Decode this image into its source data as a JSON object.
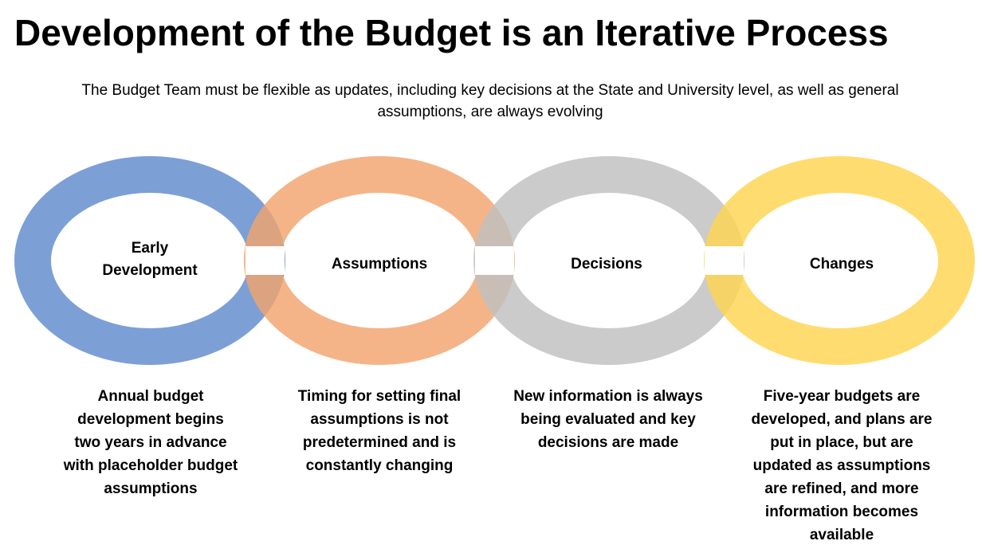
{
  "title": "Development of the Budget is an Iterative Process",
  "subtitle": "The Budget Team must be flexible as updates, including key decisions at the State and University level, as well as general assumptions, are always evolving",
  "stages": [
    {
      "label": "Early Development",
      "color": "#7C9FD6",
      "description": "Annual budget development begins two years in advance with placeholder budget assumptions"
    },
    {
      "label": "Assumptions",
      "color": "#F2A46E",
      "description": "Timing for setting final assumptions is not predetermined and is constantly changing"
    },
    {
      "label": "Decisions",
      "color": "#BFBFBF",
      "description": "New information is always being evaluated and key decisions are made"
    },
    {
      "label": "Changes",
      "color": "#FFD44F",
      "description": "Five-year budgets are developed, and plans are put in place, but are updated as assumptions are refined, and more information becomes available"
    }
  ]
}
